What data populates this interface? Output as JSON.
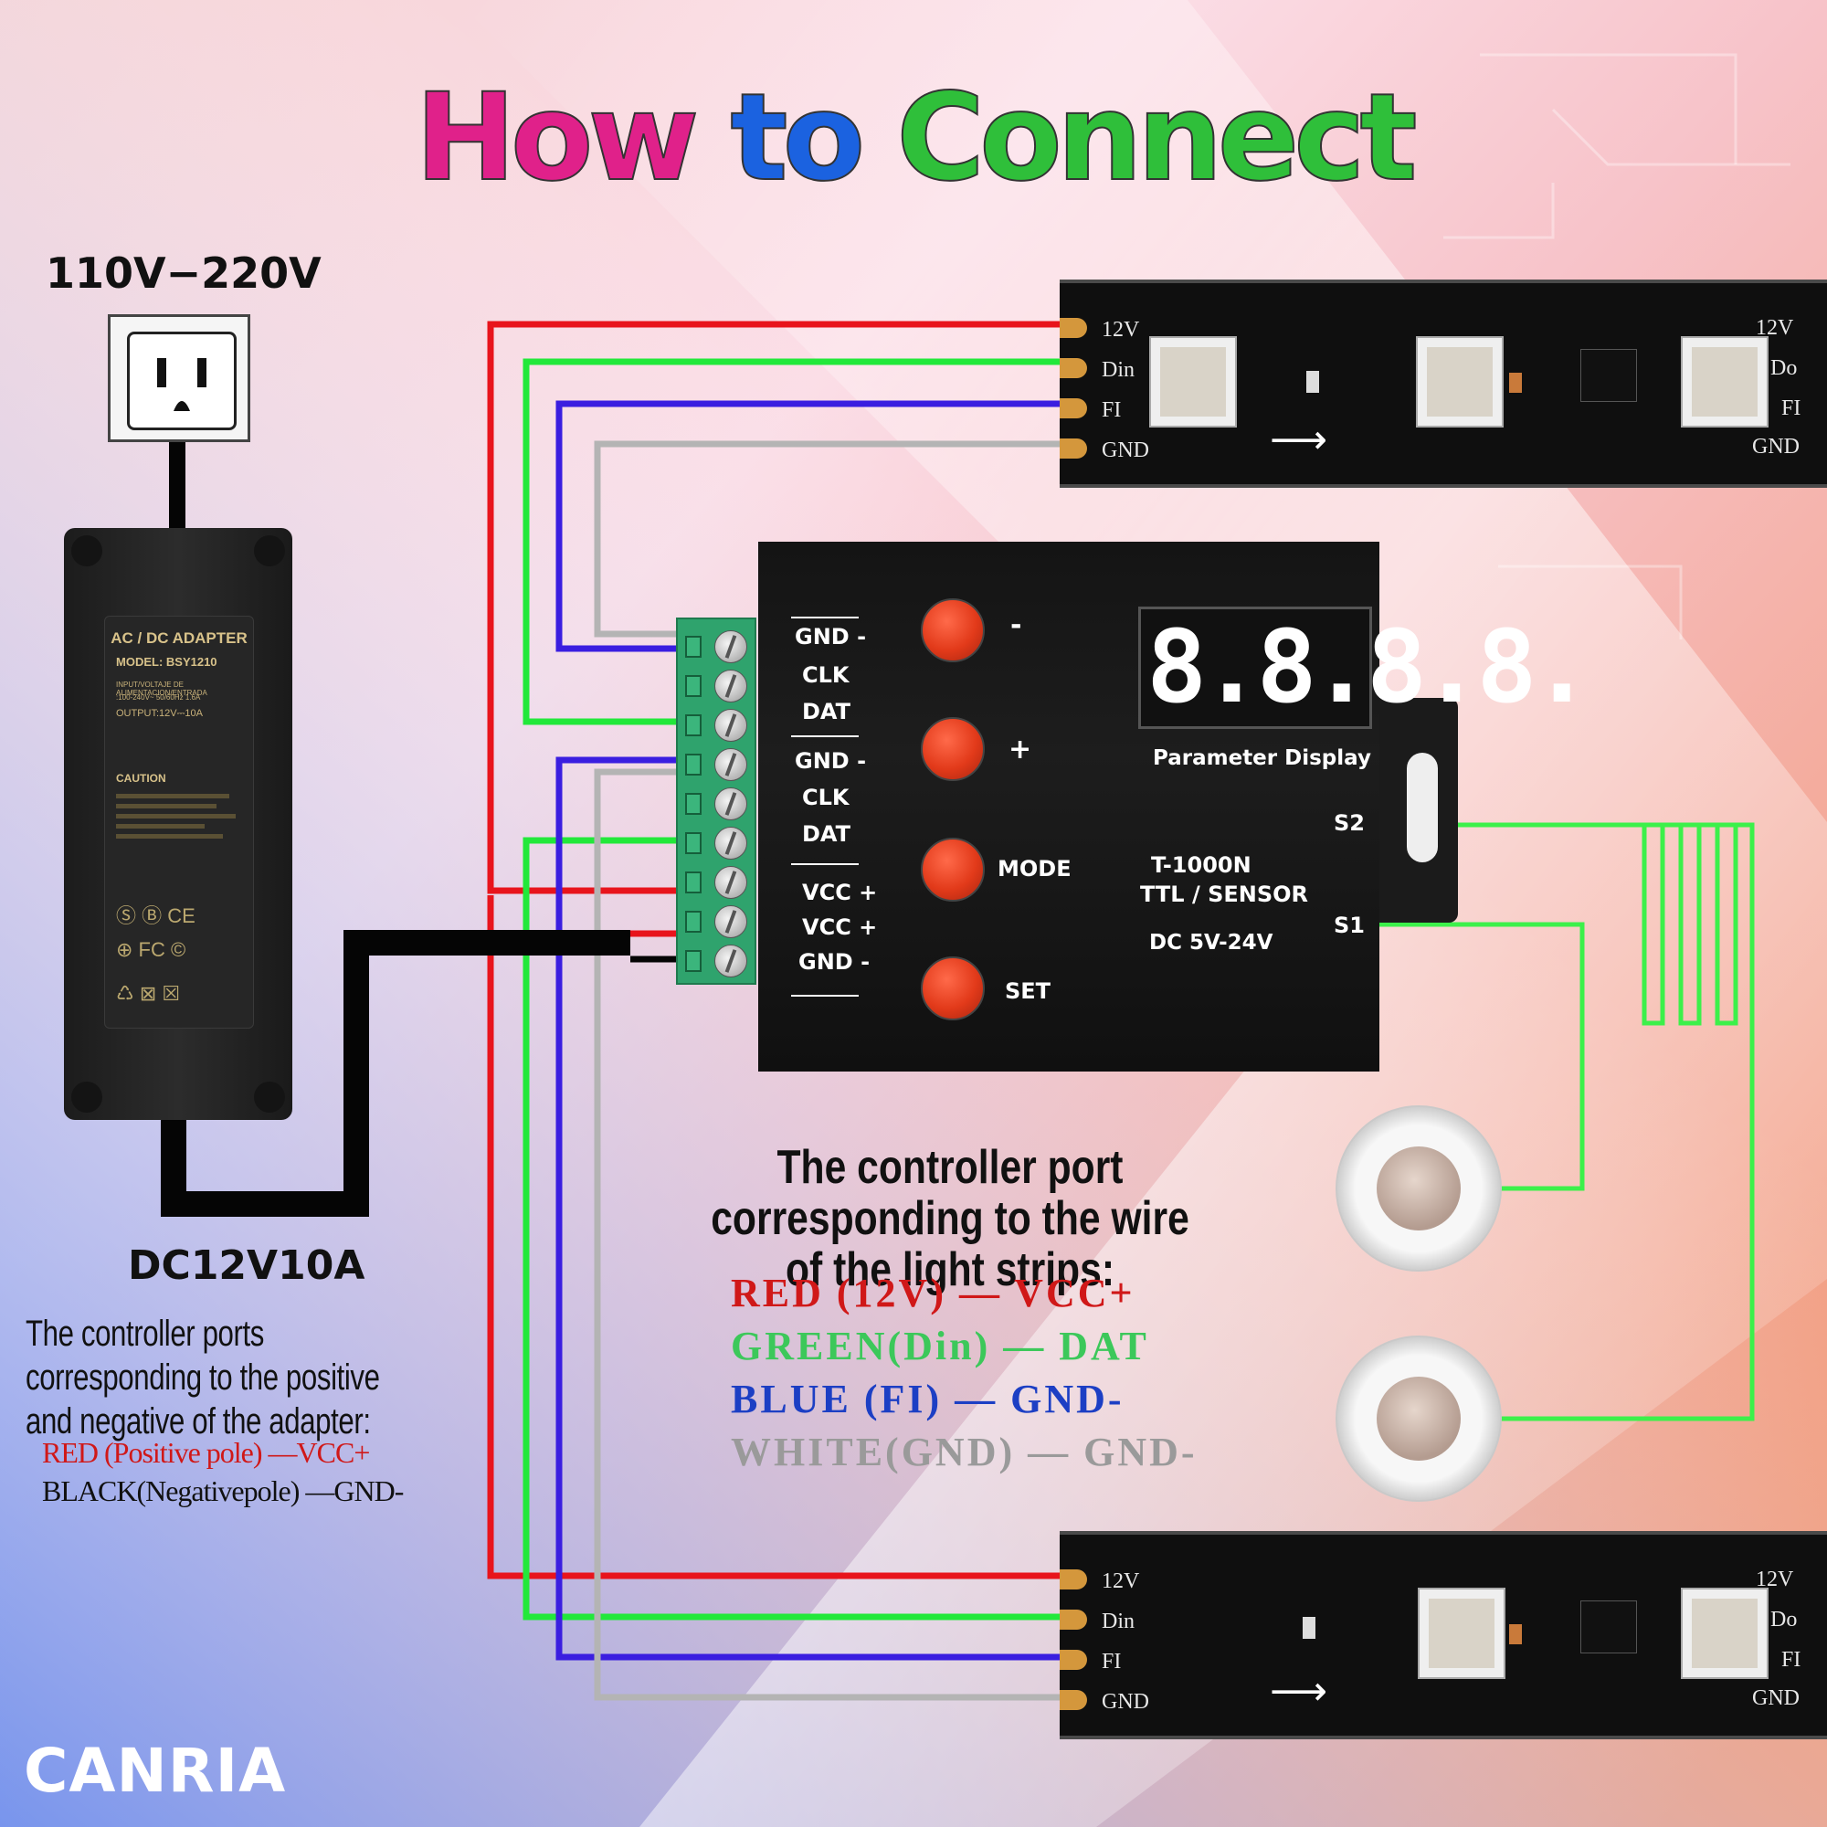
{
  "title": {
    "word1": "How",
    "word2": "to",
    "word3": "Connect"
  },
  "mains": {
    "voltage": "110V−220V"
  },
  "adapter": {
    "plate_title": "AC / DC ADAPTER",
    "model": "MODEL: BSY1210",
    "input_line": "INPUT/VOLTAJE DE ALIMENTACION/ENTRADA",
    "input_value": ":100-240V~ 50/60Hz 1.6A",
    "output": "OUTPUT:12V⎓10A",
    "caution": "CAUTION",
    "rating": "DC12V10A",
    "note": "The controller ports corresponding to the positive and negative of the adapter:",
    "map_red": "RED (Positive pole) —VCC+",
    "map_black": "BLACK(Negativepole) —GND-"
  },
  "controller": {
    "display_digits": "8.8.8.8.",
    "display_label": "Parameter Display",
    "model": "T-1000N",
    "type": "TTL / SENSOR",
    "voltage": "DC 5V-24V",
    "ports": [
      "GND -",
      "CLK",
      "DAT",
      "GND -",
      "CLK",
      "DAT",
      "VCC +",
      "VCC +",
      "GND -"
    ],
    "buttons": [
      "-",
      "+",
      "MODE",
      "SET"
    ],
    "sensor_ports": {
      "s2": "S2",
      "s1": "S1"
    }
  },
  "strip": {
    "in_labels": [
      "12V",
      "Din",
      "FI",
      "GND"
    ],
    "out_labels": [
      "12V",
      "Do",
      "FI",
      "GND"
    ]
  },
  "mapping": {
    "heading": "The controller port corresponding to the wire of the light strips:",
    "rows": [
      {
        "text": "RED (12V) — VCC+",
        "color": "#d01818"
      },
      {
        "text": "GREEN(Din) — DAT",
        "color": "#3cc85a"
      },
      {
        "text": "BLUE (FI) — GND-",
        "color": "#1c3fc4"
      },
      {
        "text": "WHITE(GND) — GND-",
        "color": "#9a9a9a"
      }
    ]
  },
  "wire_colors": {
    "red": "#e8141c",
    "green": "#22e83a",
    "blue": "#3a1ee0",
    "white": "#b4b4b4",
    "black": "#050505",
    "sensor": "#3cf04a"
  },
  "brand": "CANRIA"
}
